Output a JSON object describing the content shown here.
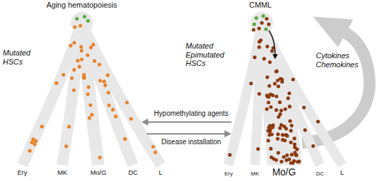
{
  "diagram": {
    "labels": [
      "Aging hematopoiesis",
      "Mutated HSCs",
      "Hypomethylating agents",
      "Disease installation",
      "Ery",
      "MK",
      "Mo/G",
      "DC",
      "L",
      "CMML",
      "Mutated Epimutated HSCs",
      "Cytokines Chemokines",
      "Ery",
      "MK",
      "Mo/G",
      "DC",
      "L"
    ]
  }
}
